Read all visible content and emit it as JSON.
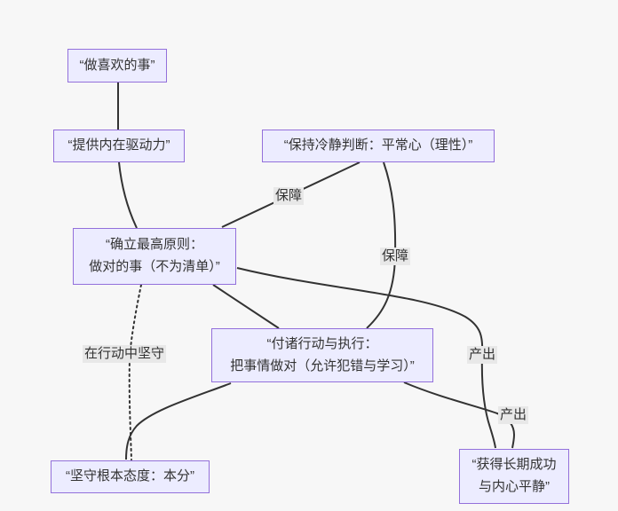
{
  "diagram": {
    "type": "flowchart",
    "background_color": "#f7f7f7",
    "node_fill_color": "#ECECFF",
    "node_border_color": "#9370DB",
    "edge_color": "#333333",
    "edge_label_background": "#e8e8e8",
    "text_color": "#333333"
  },
  "nodes": [
    {
      "id": "do-what-you-love",
      "lines": [
        "“做喜欢的事”"
      ]
    },
    {
      "id": "inner-drive",
      "lines": [
        "“提供内在驱动力”"
      ]
    },
    {
      "id": "calm-judgment",
      "lines": [
        "“保持冷静判断：平常心（理性）”"
      ]
    },
    {
      "id": "highest-principle",
      "lines": [
        "“确立最高原则：",
        "做对的事（不为清单）”"
      ]
    },
    {
      "id": "action-execution",
      "lines": [
        "“付诸行动与执行：",
        "把事情做对（允许犯错与学习）”"
      ]
    },
    {
      "id": "fundamental-attitude",
      "lines": [
        "“坚守根本态度：本分”"
      ]
    },
    {
      "id": "long-term-success",
      "lines": [
        "“获得长期成功",
        "与内心平静”"
      ]
    }
  ],
  "edge_labels": [
    {
      "id": "safeguard-1",
      "text": "保障"
    },
    {
      "id": "safeguard-2",
      "text": "保障"
    },
    {
      "id": "uphold-in-action",
      "text": "在行动中坚守"
    },
    {
      "id": "output-1",
      "text": "产出"
    },
    {
      "id": "output-2",
      "text": "产出"
    }
  ],
  "edges": [
    {
      "from": "do-what-you-love",
      "to": "inner-drive",
      "label": ""
    },
    {
      "from": "inner-drive",
      "to": "highest-principle",
      "label": ""
    },
    {
      "from": "calm-judgment",
      "to": "highest-principle",
      "label": "保障"
    },
    {
      "from": "calm-judgment",
      "to": "action-execution",
      "label": "保障"
    },
    {
      "from": "highest-principle",
      "to": "action-execution",
      "label": ""
    },
    {
      "from": "highest-principle",
      "to": "long-term-success",
      "label": "产出"
    },
    {
      "from": "highest-principle",
      "to": "fundamental-attitude",
      "label": "在行动中坚守",
      "style": "dotted"
    },
    {
      "from": "action-execution",
      "to": "fundamental-attitude",
      "label": ""
    },
    {
      "from": "action-execution",
      "to": "long-term-success",
      "label": "产出"
    }
  ]
}
